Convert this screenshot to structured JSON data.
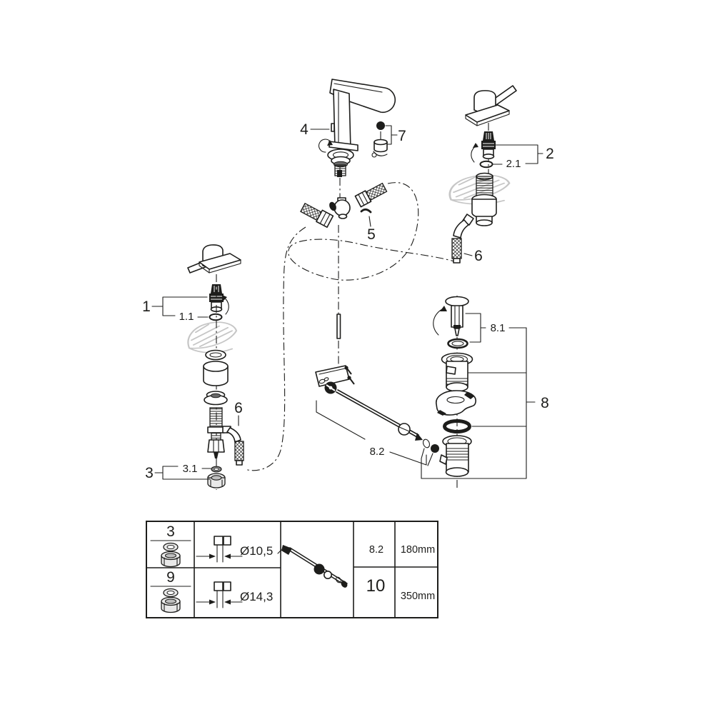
{
  "document": {
    "type": "exploded-parts-diagram",
    "subject": "three-hole basin mixer faucet with pop-up waste"
  },
  "colors": {
    "line": "#1d1d1b",
    "watermark": "#c6c6c6",
    "background": "#ffffff"
  },
  "callouts": {
    "part1": "1",
    "part1_1": "1.1",
    "part2": "2",
    "part2_1": "2.1",
    "part3": "3",
    "part3_1": "3.1",
    "part4": "4",
    "part5": "5",
    "part6_left": "6",
    "part6_right": "6",
    "part7": "7",
    "part8": "8",
    "part8_1": "8.1",
    "part8_2": "8.2"
  },
  "spec_table": {
    "rows": [
      {
        "part": "3",
        "diameter": "Ø10,5",
        "ref": "8.2",
        "length": "180mm"
      },
      {
        "part": "9",
        "diameter": "Ø14,3",
        "ref": "10",
        "length": "350mm"
      }
    ]
  }
}
